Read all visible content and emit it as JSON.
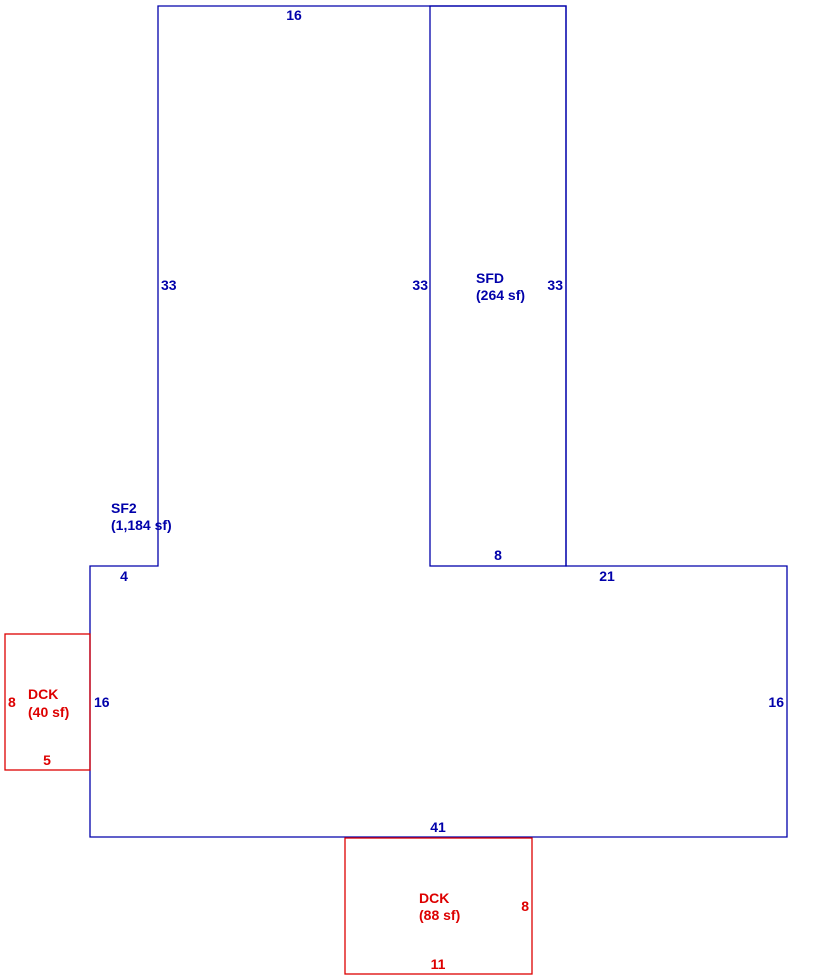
{
  "colors": {
    "building": "#0000aa",
    "deck": "#dd0000"
  },
  "sf2": {
    "name": "SF2",
    "area": "(1,184 sf)",
    "dims": {
      "top": "16",
      "left_upper": "33",
      "right_upper": "33",
      "step_left": "4",
      "step_right": "21",
      "left_lower": "16",
      "right_lower": "16",
      "bottom": "41"
    }
  },
  "sfd": {
    "name": "SFD",
    "area": "(264 sf)",
    "dims": {
      "right": "33",
      "bottom": "8"
    }
  },
  "deck_left": {
    "name": "DCK",
    "area": "(40 sf)",
    "dims": {
      "side": "8",
      "bottom": "5"
    }
  },
  "deck_bottom": {
    "name": "DCK",
    "area": "(88 sf)",
    "dims": {
      "side": "8",
      "bottom": "11"
    }
  }
}
